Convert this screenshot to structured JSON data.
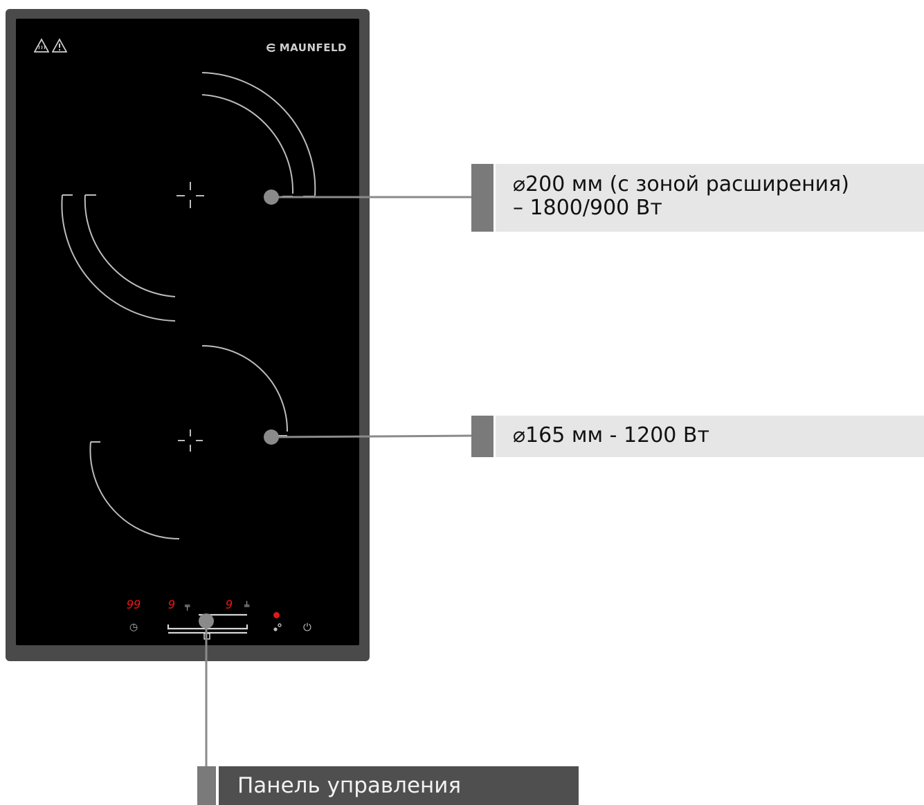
{
  "brand": {
    "name": "MAUNFELD"
  },
  "hob": {
    "displays": {
      "timer": "99",
      "zone_front": "9",
      "zone_rear": "9"
    },
    "symbols": {
      "clock": "◷",
      "power": "⏻",
      "down_marker": "╤",
      "up_marker": "╧"
    },
    "indicator_color": "#e01818"
  },
  "callouts": {
    "zone_large": "⌀200 мм (с зоной расширения)\n– 1800/900 Вт",
    "zone_small": "⌀165 мм - 1200 Вт",
    "control_panel": "Панель управления"
  },
  "colors": {
    "frame": "#4a4a4a",
    "glass": "#000000",
    "callout_bar": "#7a7a7a",
    "callout_bg": "#e6e6e6",
    "panel_label_bg": "#4f4f4f",
    "leader_line": "#8a8a8a"
  }
}
